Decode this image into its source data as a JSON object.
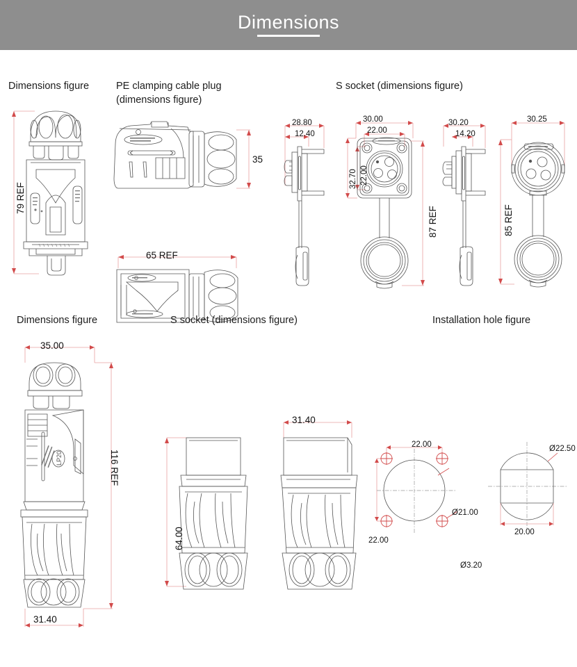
{
  "header": {
    "title": "Dimensions"
  },
  "sections": {
    "top": [
      {
        "caption": "Dimensions figure"
      },
      {
        "caption": "PE clamping cable plug\n(dimensions figure)"
      },
      {
        "caption": "S socket (dimensions figure)"
      }
    ],
    "bottom": [
      {
        "caption": "Dimensions figure"
      },
      {
        "caption": "S socket (dimensions figure)"
      },
      {
        "caption": "Installation hole figure"
      }
    ]
  },
  "dimensions": {
    "plug_height_ref": "79 REF",
    "pe_plug_height": "35",
    "pe_plug_length_ref": "65 REF",
    "socket_side_outer": "28.80",
    "socket_side_inner": "12.40",
    "socket_face_width": "30.00",
    "socket_hole_pitch_h": "22.00",
    "socket_face_height": "32.70",
    "socket_hole_pitch_v": "22.00",
    "socket_cap_ref_1": "87 REF",
    "socket_round_side_outer": "30.20",
    "socket_round_side_inner": "14.20",
    "socket_round_face": "30.25",
    "socket_cap_ref_2": "85 REF",
    "assembly_width": "35.00",
    "assembly_height_ref": "116 REF",
    "assembly_bottom_width": "31.40",
    "ssocket_height": "64.00",
    "ssocket_width": "31.40",
    "hole_pitch_h": "22.00",
    "hole_pitch_v": "22.00",
    "hole_center_dia": "Ø21.00",
    "hole_screw_dia": "Ø3.20",
    "panel_dia": "Ø22.50",
    "panel_flat": "20.00"
  },
  "colors": {
    "banner": "#8e8e8e",
    "dimension_red": "#d24b4b",
    "dimension_line": "#e8a0a0",
    "drawing_stroke": "#555555",
    "page_background": "#ffffff"
  }
}
